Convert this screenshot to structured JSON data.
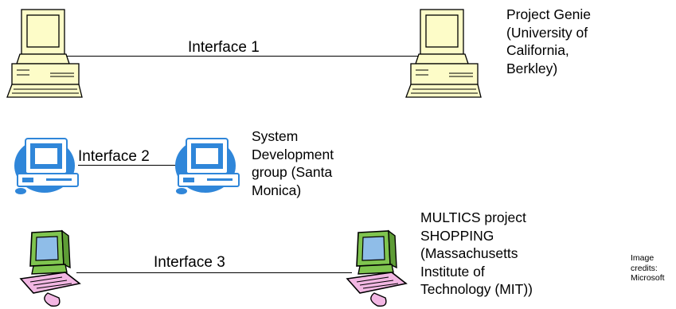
{
  "links": [
    {
      "label": "Interface 1"
    },
    {
      "label": "Interface 2"
    },
    {
      "label": "Interface 3"
    }
  ],
  "sites": [
    {
      "description": "Project Genie\n(University of\nCalifornia,\nBerkley)"
    },
    {
      "description": "System\nDevelopment\ngroup (Santa\nMonica)"
    },
    {
      "description": "MULTICS project\nSHOPPING\n(Massachusetts\nInstitute of\nTechnology (MIT))"
    }
  ],
  "credit": "Image\ncredits:\nMicrosoft",
  "icons": [
    "beige-desktop-computer-icon",
    "blue-computer-icon",
    "cartoon-computer-icon"
  ],
  "colors": {
    "beige": "#fdfcc8",
    "blue": "#2f86d9",
    "green": "#7fc44f",
    "pink": "#f2b7e3"
  }
}
